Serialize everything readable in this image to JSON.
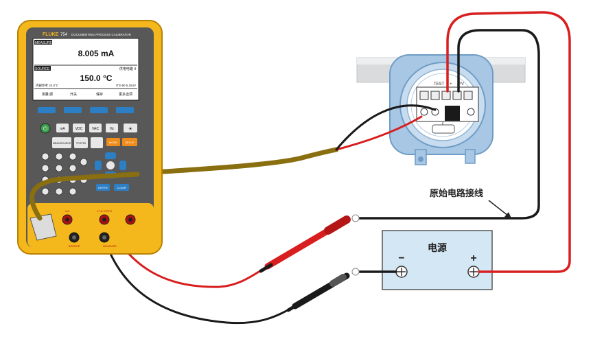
{
  "calibrator": {
    "brand": "FLUKE",
    "model": "754",
    "subtitle": "DOCUMENTING PROCESS CALIBRATOR",
    "measure_label": "MEASURE",
    "measure_value": "8.005 mA",
    "source_label": "SOURCE",
    "source_status": "供电电路 4",
    "source_value": "150.0 °C",
    "info_left": "内部参考 24.0°C",
    "info_right": "ITS-90  5.154V",
    "softkeys": [
      "测量/源",
      "开关",
      "保存",
      "更多选项"
    ],
    "buttons": {
      "ma": "mA",
      "vdc": "VDC",
      "vac": "VAC",
      "hz": "Hz",
      "measure_source": "MEAS/SOURCE",
      "tc_rtd": "TC/RTD",
      "more": "MORE",
      "setup": "SETUP",
      "enter": "ENTER",
      "clear": "CLEAR"
    },
    "jack_labels": {
      "ma": "mA",
      "v_hz": "V Hz Ω RTD",
      "source": "SOURCE",
      "measure": "MEASURE"
    }
  },
  "transmitter": {
    "terminal_label": "TEST",
    "terminal_pm": "− +",
    "pv_label": "PV"
  },
  "labels": {
    "original_wiring": "原始电路接线",
    "power_supply": "电源",
    "minus": "−",
    "plus": "+"
  },
  "colors": {
    "fluke_yellow": "#f5b81c",
    "fluke_dark": "#585858",
    "wire_red": "#d81e1e",
    "wire_black": "#1a1a1a",
    "cable_olive": "#8a6f10",
    "transmitter_blue": "#a7c7e4",
    "power_box": "#d4e7f5",
    "screen_bg": "#ffffff"
  }
}
